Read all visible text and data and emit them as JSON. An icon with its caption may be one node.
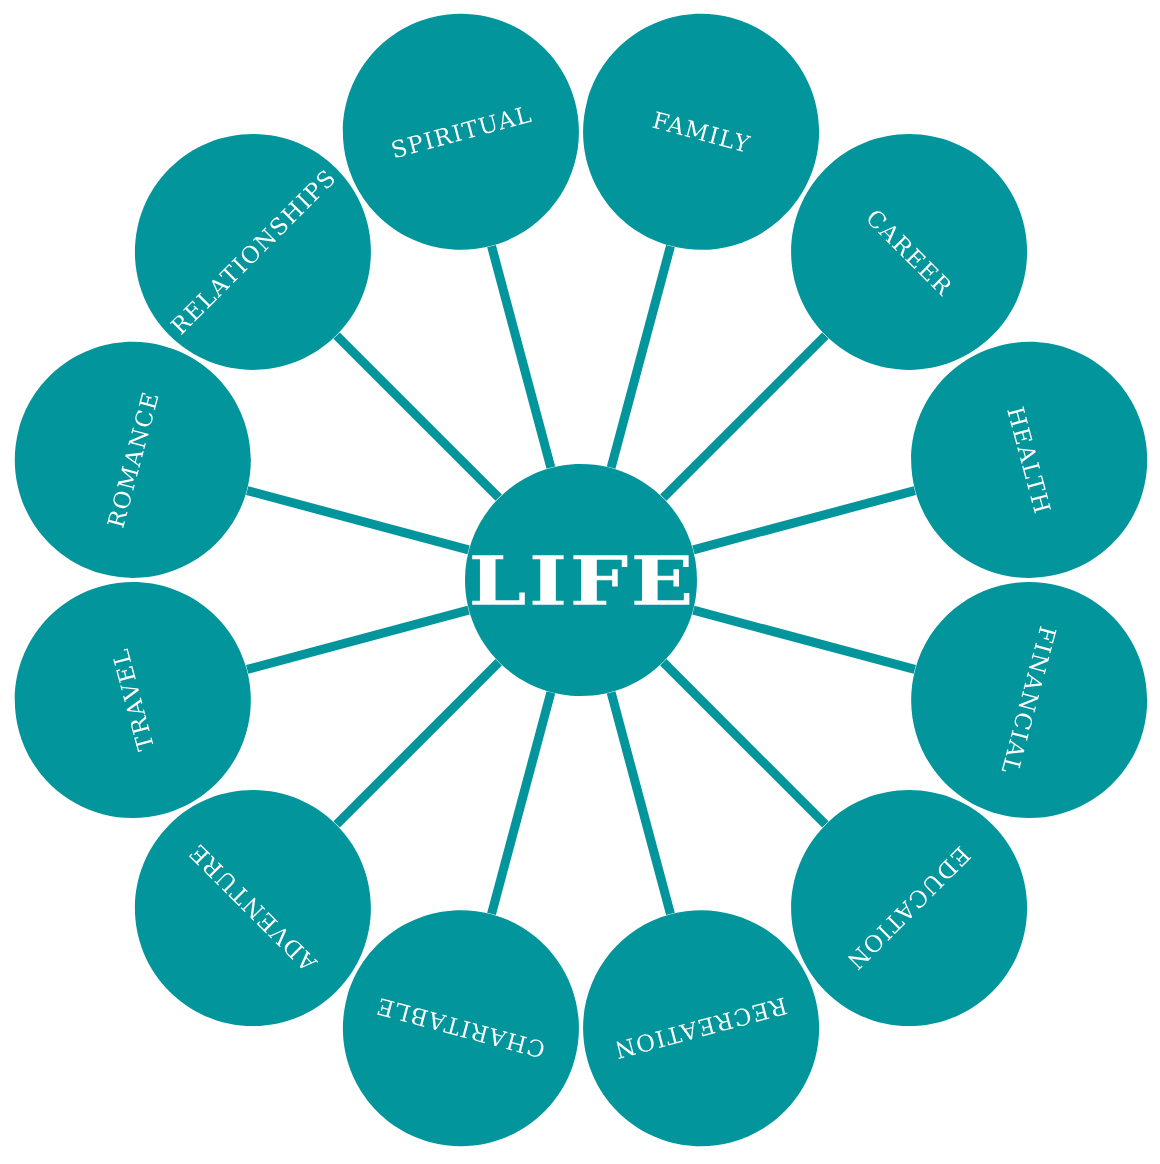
{
  "diagram": {
    "nodes": [
      {
        "text": [
          "LIFE"
        ]
      },
      {
        "text": [
          "SPIRITUAL"
        ]
      },
      {
        "text": [
          "FAMILY"
        ]
      },
      {
        "text": [
          "CAREER"
        ]
      },
      {
        "text": [
          "HEALTH"
        ]
      },
      {
        "text": [
          "FINANCIAL"
        ]
      },
      {
        "text": [
          "EDUCATION"
        ]
      },
      {
        "text": [
          "RECREATION"
        ]
      },
      {
        "text": [
          "CHARITABLE"
        ]
      },
      {
        "text": [
          "ADVENTURE"
        ]
      },
      {
        "text": [
          "TRAVEL"
        ]
      },
      {
        "text": [
          "ROMANCE"
        ]
      },
      {
        "text": [
          "RELATIONSHIPS"
        ]
      }
    ],
    "edges": [
      {
        "from": 0,
        "to": 1,
        "arrow": "none"
      },
      {
        "from": 0,
        "to": 2,
        "arrow": "none"
      },
      {
        "from": 0,
        "to": 3,
        "arrow": "none"
      },
      {
        "from": 0,
        "to": 4,
        "arrow": "none"
      },
      {
        "from": 0,
        "to": 5,
        "arrow": "none"
      },
      {
        "from": 0,
        "to": 6,
        "arrow": "none"
      },
      {
        "from": 0,
        "to": 7,
        "arrow": "none"
      },
      {
        "from": 0,
        "to": 8,
        "arrow": "none"
      },
      {
        "from": 0,
        "to": 9,
        "arrow": "none"
      },
      {
        "from": 0,
        "to": 10,
        "arrow": "none"
      },
      {
        "from": 0,
        "to": 11,
        "arrow": "none"
      },
      {
        "from": 0,
        "to": 12,
        "arrow": "none"
      }
    ]
  }
}
